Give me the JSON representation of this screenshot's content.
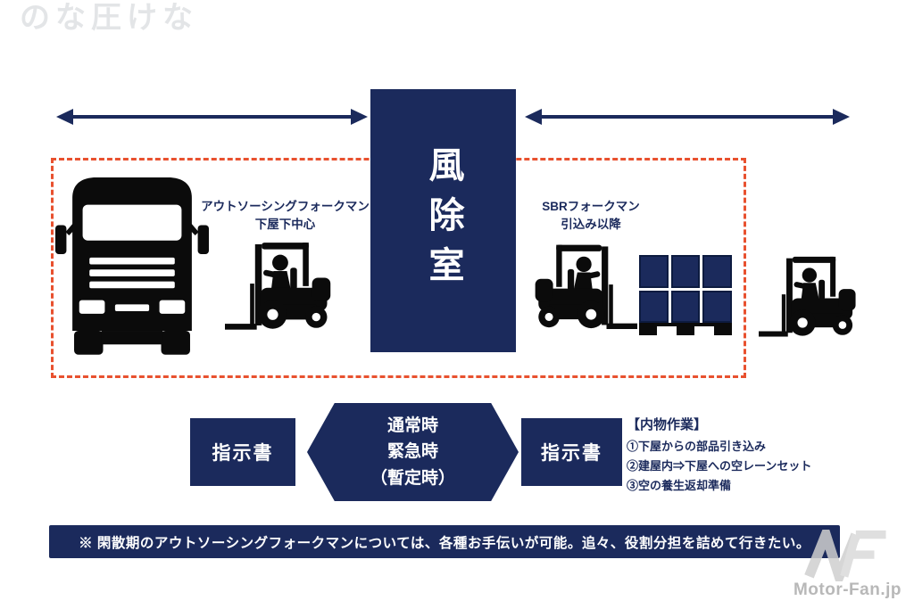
{
  "colors": {
    "navy": "#1b2a5c",
    "dashed_border": "#e8512f",
    "icon_black": "#0b0b0b",
    "watermark_gray": "#b8b8b8"
  },
  "ghost_text": "のな圧けな",
  "center_room": {
    "label": "風除室"
  },
  "zones": {
    "left": {
      "line1": "アウトソーシングフォークマン",
      "line2": "下屋下中心"
    },
    "right": {
      "line1": "SBRフォークマン",
      "line2": "引込み以降"
    }
  },
  "flow": {
    "left_doc": "指示書",
    "condition": {
      "line1": "通常時",
      "line2": "緊急時",
      "line3": "（暫定時）"
    },
    "right_doc": "指示書"
  },
  "work_list": {
    "title": "【内物作業】",
    "items": [
      "①下屋からの部品引き込み",
      "②建屋内⇒下屋への空レーンセット",
      "③空の養生返却準備"
    ]
  },
  "banner": {
    "text": "※ 閑散期のアウトソーシングフォークマンについては、各種お手伝いが可能。追々、役割分担を詰めて行きたい。"
  },
  "credit": {
    "text": "Motor-Fan.jp"
  }
}
